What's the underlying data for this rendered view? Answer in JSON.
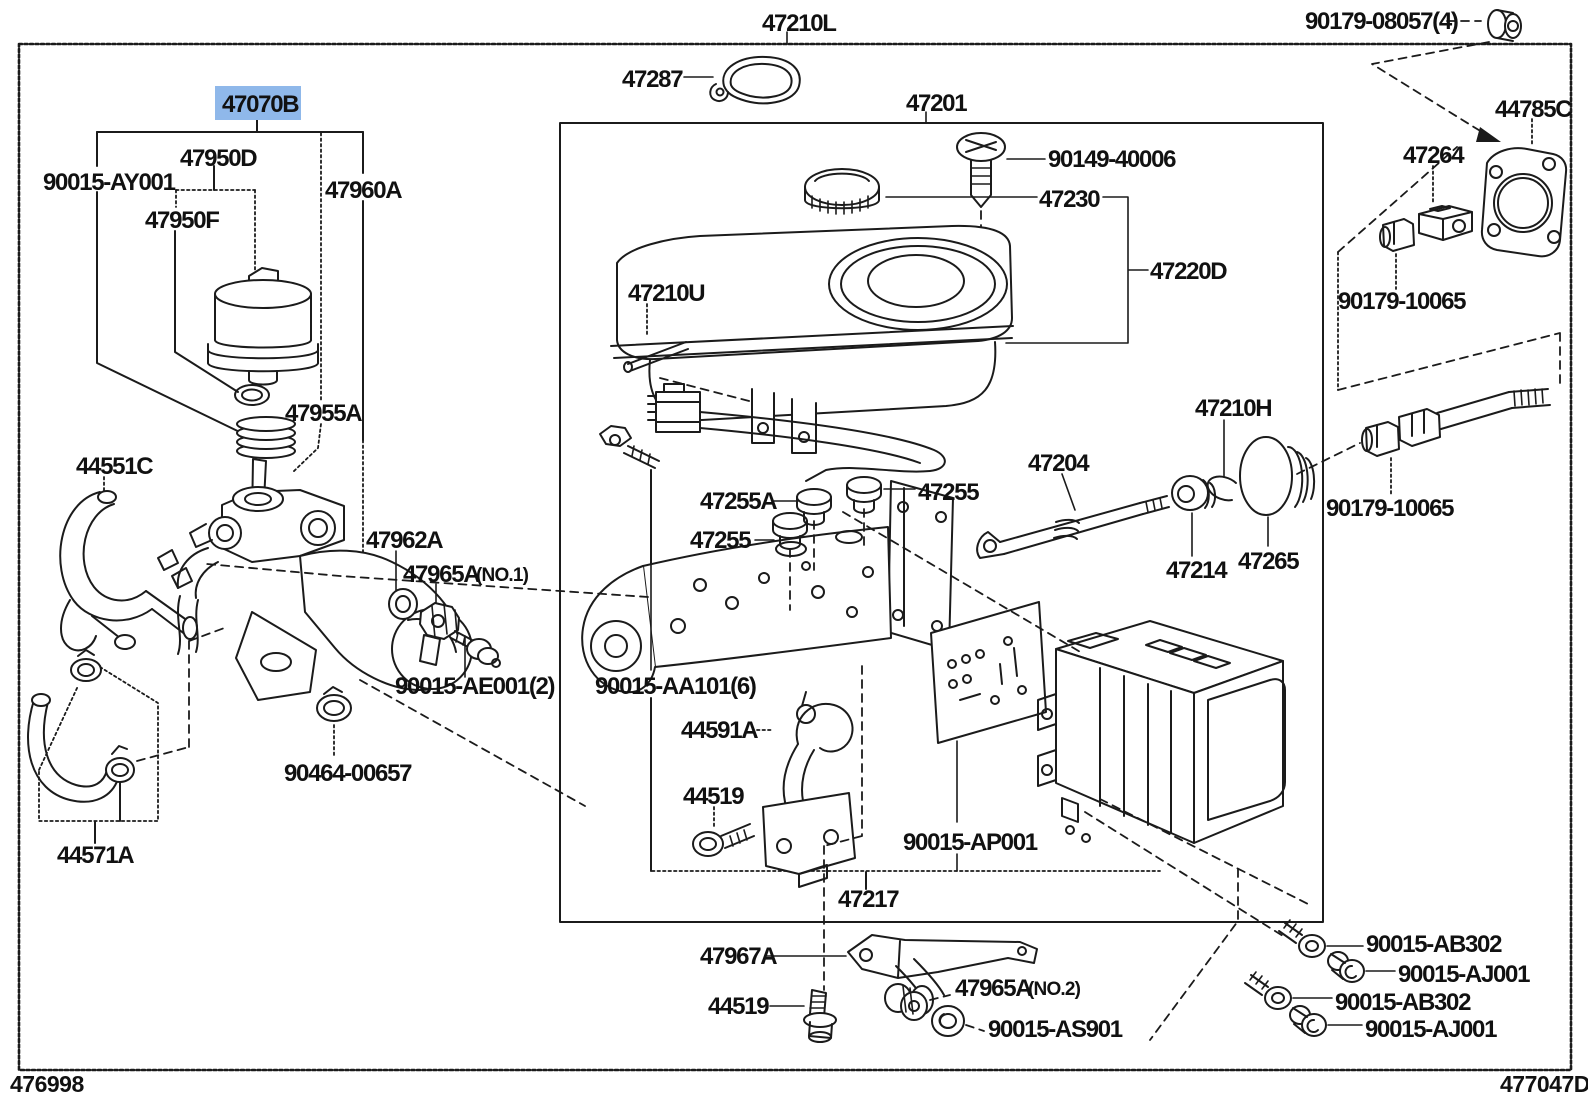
{
  "page": {
    "type": "parts-catalog-exploded-diagram",
    "figure_code_left": "476998",
    "figure_code_right": "477047D",
    "highlight": {
      "part": "47070B",
      "bg": "#8fb8ea",
      "fg": "#1d4f9b"
    },
    "line_color": "#1b1b1b",
    "labels": [
      {
        "text": "47210L"
      },
      {
        "text": "90179-08057(4)"
      },
      {
        "text": "47287"
      },
      {
        "text": "47201"
      },
      {
        "text": "47070B"
      },
      {
        "text": "47950D"
      },
      {
        "text": "90015-AY001"
      },
      {
        "text": "47950F"
      },
      {
        "text": "47960A"
      },
      {
        "text": "44785C"
      },
      {
        "text": "47264"
      },
      {
        "text": "90149-40006"
      },
      {
        "text": "47230"
      },
      {
        "text": "47220D"
      },
      {
        "text": "90179-10065"
      },
      {
        "text": "47210U"
      },
      {
        "text": "47955A"
      },
      {
        "text": "44551C"
      },
      {
        "text": "47962A"
      },
      {
        "text": "47965A"
      },
      {
        "text": "(NO.1)"
      },
      {
        "text": "90015-AE001(2)"
      },
      {
        "text": "47210H"
      },
      {
        "text": "47204"
      },
      {
        "text": "47255A"
      },
      {
        "text": "47255"
      },
      {
        "text": "47255"
      },
      {
        "text": "47214"
      },
      {
        "text": "47265"
      },
      {
        "text": "90179-10065"
      },
      {
        "text": "90015-AA101(6)"
      },
      {
        "text": "44591A"
      },
      {
        "text": "90464-00657"
      },
      {
        "text": "44519"
      },
      {
        "text": "90015-AP001"
      },
      {
        "text": "44571A"
      },
      {
        "text": "47217"
      },
      {
        "text": "47967A"
      },
      {
        "text": "44519"
      },
      {
        "text": "47965A"
      },
      {
        "text": "(NO.2)"
      },
      {
        "text": "90015-AS901"
      },
      {
        "text": "90015-AB302"
      },
      {
        "text": "90015-AJ001"
      },
      {
        "text": "90015-AB302"
      },
      {
        "text": "90015-AJ001"
      }
    ]
  }
}
